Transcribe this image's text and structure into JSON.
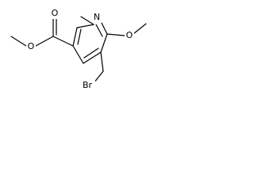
{
  "atoms": {
    "ring_nitrogen": "N",
    "ester_carbonyl_oxygen": "O",
    "ester_ether_oxygen": "O",
    "methoxy_oxygen": "O",
    "bromine": "Br"
  }
}
